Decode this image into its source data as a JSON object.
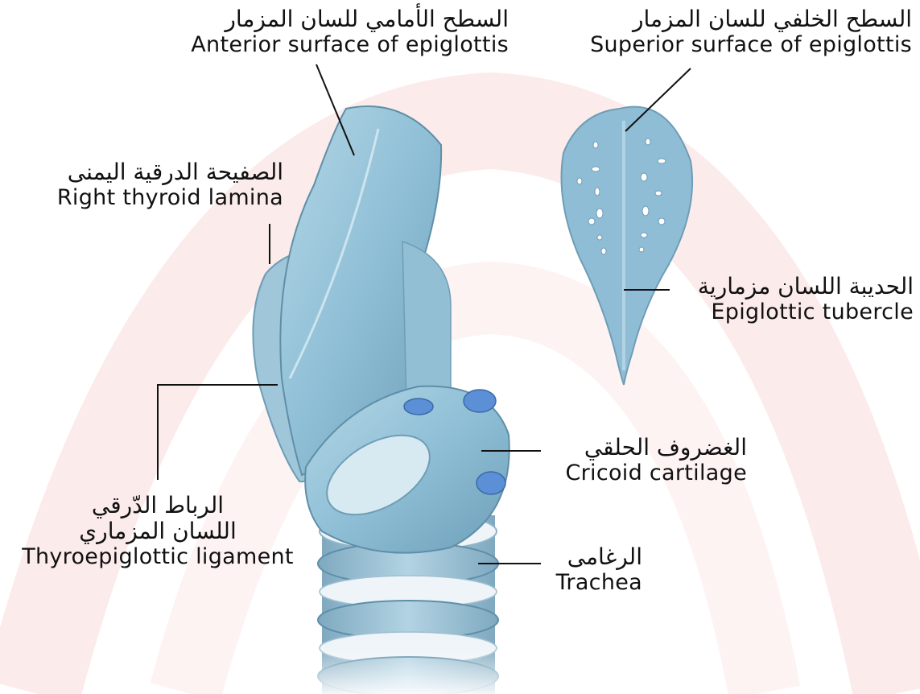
{
  "colors": {
    "background": "#ffffff",
    "watermark_arc": "#fbe6e6",
    "cartilage_light": "#a9cfe0",
    "cartilage_mid": "#7fb1c9",
    "cartilage_dark": "#5f92ad",
    "leader_line": "#111111"
  },
  "labels": {
    "anterior_surface": {
      "ar": "السطح الأمامي للسان المزمار",
      "en": "Anterior surface of epiglottis"
    },
    "superior_surface": {
      "ar": "السطح الخلفي للسان المزمار",
      "en": "Superior surface of epiglottis"
    },
    "right_thyroid_lamina": {
      "ar": "الصفيحة الدرقية اليمنى",
      "en": "Right thyroid lamina"
    },
    "epiglottic_tubercle": {
      "ar": "الحديبة اللسان مزمارية",
      "en": "Epiglottic tubercle"
    },
    "cricoid_cartilage": {
      "ar": "الغضروف الحلقي",
      "en": "Cricoid cartilage"
    },
    "thyroepiglottic_ligament": {
      "ar1": "الرباط الدّرقي",
      "ar2": "اللسان المزماري",
      "en": "Thyroepiglottic ligament"
    },
    "trachea": {
      "ar": "الرغامى",
      "en": "Trachea"
    }
  }
}
